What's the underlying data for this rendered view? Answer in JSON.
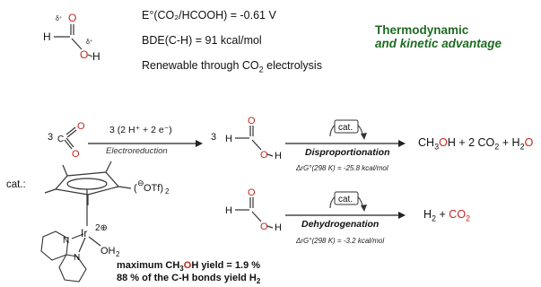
{
  "top": {
    "delta_plus_top": "δ⁺",
    "delta_plus_right": "δ⁺",
    "formate_H": "H",
    "formate_O_top": "O",
    "formate_O_bottom": "O",
    "formate_H_bottom": "H",
    "potential": "E°(CO₂/HCOOH) = -0.61 V",
    "bde": "BDE(C-H) = 91 kcal/mol",
    "renewable_prefix": "Renewable through CO",
    "renewable_sub": "2",
    "renewable_suffix": " electrolysis",
    "advantage_line1": "Thermodynamic",
    "advantage_line2": "and kinetic advantage"
  },
  "row1": {
    "coef_co2": "3",
    "co2_O_top": "O",
    "co2_C": "C",
    "co2_O_bottom": "O",
    "reagent": "3 (2 H⁺ + 2 e⁻)",
    "process": "Electroreduction",
    "coef_fa": "3",
    "fa_H": "H",
    "fa_O_top": "O",
    "fa_O_bottom": "O",
    "fa_H_bottom": "H",
    "cat": "cat.",
    "reaction": "Disproportionation",
    "dg": "ΔrG°(298 K) = -25.8 kcal/mol",
    "product_ch": "CH",
    "product_3": "3",
    "product_O": "O",
    "product_H": "H + 2 CO",
    "product_2a": "2",
    "product_plus": " + H",
    "product_2b": "2",
    "product_O2": "O"
  },
  "row2": {
    "fa_H": "H",
    "fa_O_top": "O",
    "fa_O_bottom": "O",
    "fa_H_bottom": "H",
    "cat": "cat.",
    "reaction": "Dehydrogenation",
    "dg": "ΔrG°(298 K) = -3.2 kcal/mol",
    "product_H": "H",
    "product_2a": "2",
    "product_plus": " + ",
    "product_CO": "CO",
    "product_2b": "2"
  },
  "catalyst": {
    "label": "cat.:",
    "counterion": "OTf)",
    "counterion_sub": "2",
    "counterion_open": "(",
    "minus": "⊖",
    "metal": "Ir",
    "charge": "2⊕",
    "ligand_O": "OH",
    "ligand_O_sub": "2",
    "N1": "N",
    "N2": "N"
  },
  "results": {
    "yield_prefix": "maximum CH",
    "yield_sub": "3",
    "yield_O": "O",
    "yield_suffix": "H yield = 1.9 %",
    "bonds_prefix": "88 % of the C-H bonds yield H",
    "bonds_sub": "2"
  },
  "colors": {
    "accent_green": "#1e6b23",
    "accent_red": "#c0271d"
  }
}
